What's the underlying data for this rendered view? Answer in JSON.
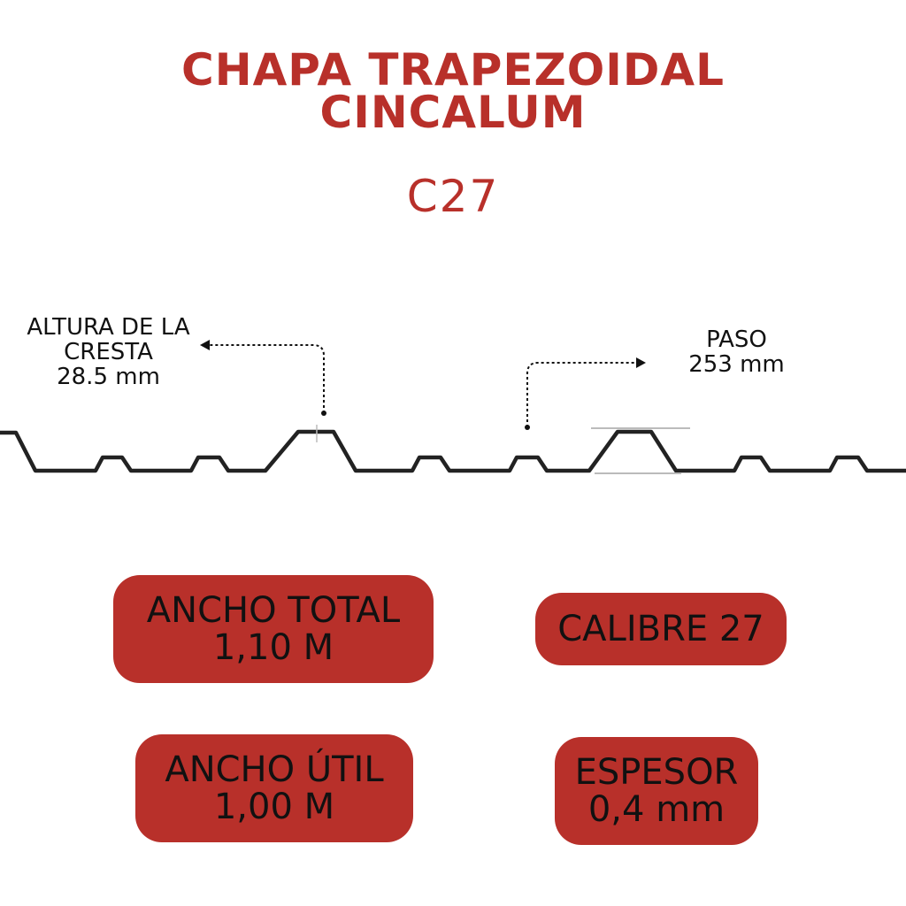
{
  "title": {
    "line1": "CHAPA TRAPEZOIDAL",
    "line2": "CINCALUM"
  },
  "subtitle": "C27",
  "annotations": {
    "crest_height": {
      "line1": "ALTURA DE LA",
      "line2": "CRESTA",
      "line3": "28.5 mm"
    },
    "pitch": {
      "line1": "PASO",
      "line2": "253 mm"
    }
  },
  "specs": {
    "total_width": {
      "line1": "ANCHO TOTAL",
      "line2": "1,10 M"
    },
    "gauge": {
      "line1": "CALIBRE 27"
    },
    "useful_width": {
      "line1": "ANCHO ÚTIL",
      "line2": "1,00 M"
    },
    "thickness": {
      "line1": "ESPESOR",
      "line2": "0,4 mm"
    }
  },
  "colors": {
    "accent": "#b8302a",
    "profile_stroke": "#222222",
    "text": "#111111"
  }
}
